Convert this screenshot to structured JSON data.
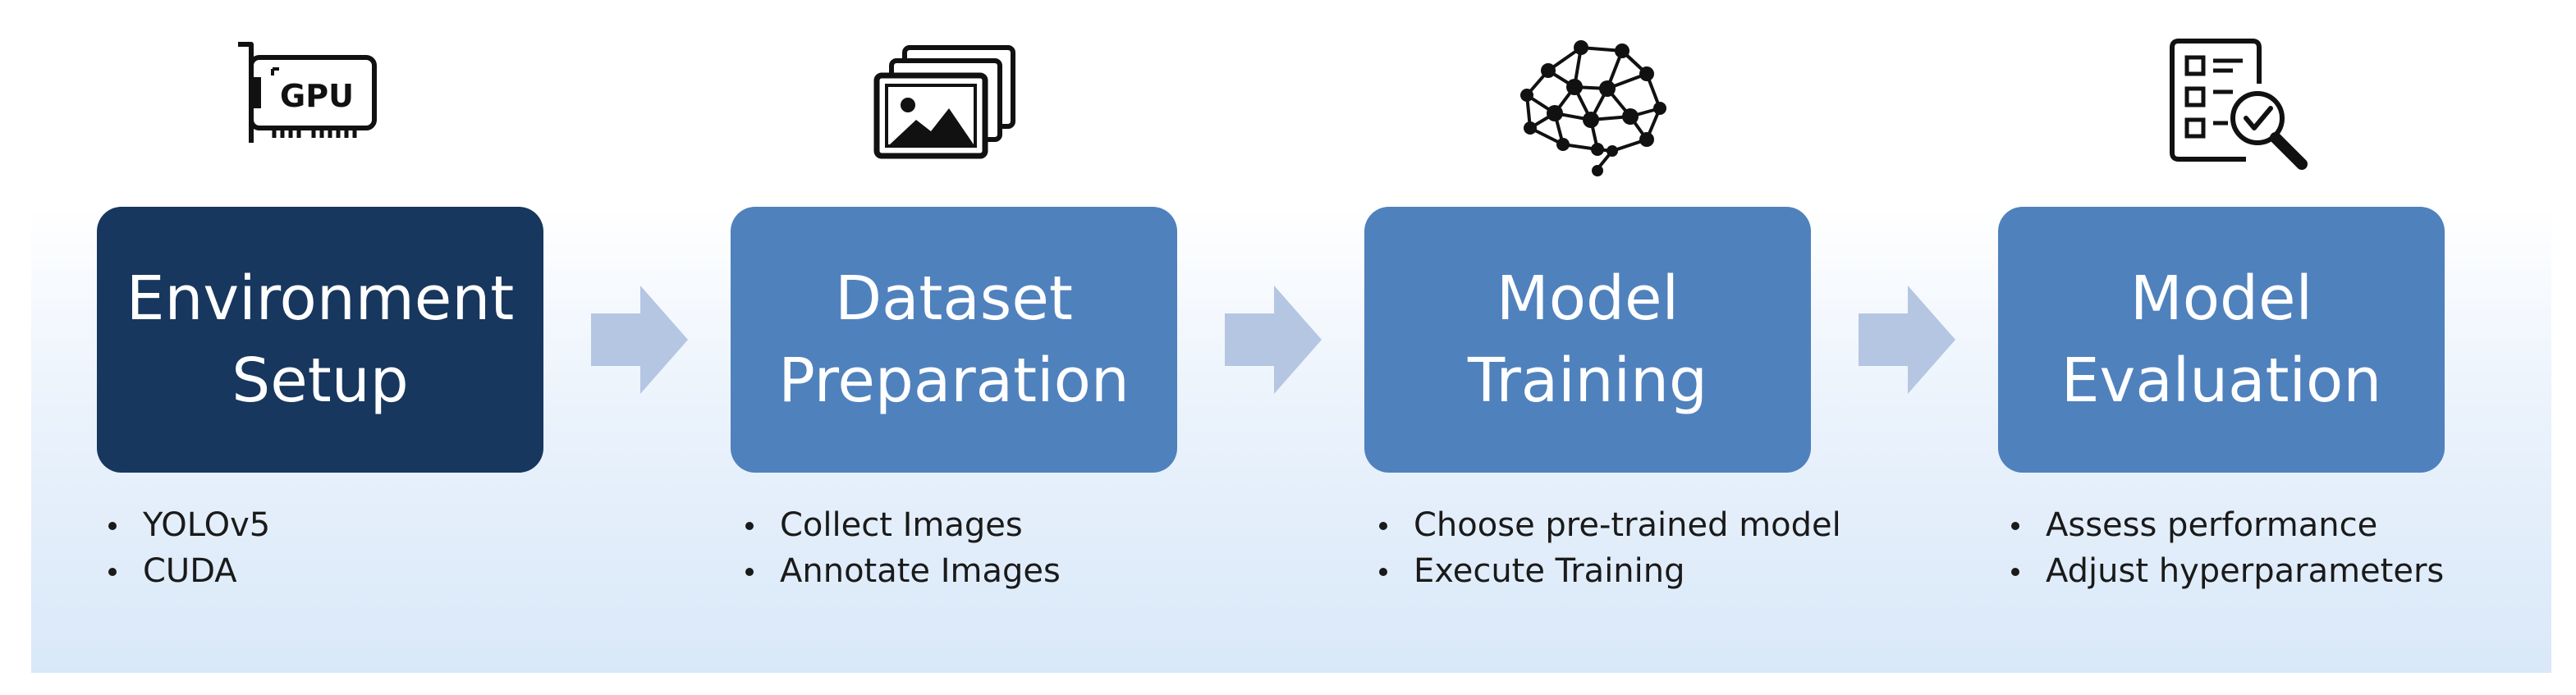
{
  "steps": [
    {
      "title_line1": "Environment",
      "title_line2": "Setup",
      "icon": "gpu-card-icon",
      "icon_label": "GPU",
      "color": "#17375e",
      "bullets": [
        "YOLOv5",
        "CUDA"
      ]
    },
    {
      "title_line1": "Dataset",
      "title_line2": "Preparation",
      "icon": "image-stack-icon",
      "color": "#4f81bd",
      "bullets": [
        "Collect Images",
        "Annotate Images"
      ]
    },
    {
      "title_line1": "Model",
      "title_line2": "Training",
      "icon": "neural-brain-icon",
      "color": "#4f81bd",
      "bullets": [
        "Choose pre-trained model",
        "Execute Training"
      ]
    },
    {
      "title_line1": "Model",
      "title_line2": "Evaluation",
      "icon": "checklist-search-icon",
      "color": "#4f81bd",
      "bullets": [
        "Assess performance",
        "Adjust hyperparameters"
      ]
    }
  ],
  "arrow_color": "#b4c6e2"
}
